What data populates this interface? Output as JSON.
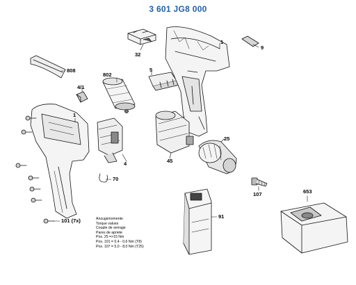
{
  "title": "3 601 JG8 000",
  "callouts": {
    "c32": "32",
    "c1_top": "1",
    "c9": "9",
    "c808": "808",
    "c802": "802",
    "c5": "5",
    "c4_1": "4/1",
    "c1_left": "1",
    "c25": "25",
    "c45": "45",
    "c4": "4",
    "c70": "70",
    "c107": "107",
    "c653": "653",
    "c91": "91",
    "c101": "101 (7x)"
  },
  "torque_table": {
    "line1": "Anzugsmomente",
    "line2": "Torque values",
    "line3": "Couple de serrage",
    "line4": "Pares de apriete",
    "line5": "Pos. 25  =>15 Nm",
    "line6": "Pos. 101 = 0,4 - 0,6 Nm (T8)",
    "line7": "Pos. 107 = 5,0 - 8,0 Nm (T25)"
  },
  "colors": {
    "title_blue": "#1f5fa8",
    "line": "#111111",
    "fill_light": "#f2f2f2",
    "fill_mid": "#d6d6d6",
    "fill_dark": "#8a8a8a"
  }
}
